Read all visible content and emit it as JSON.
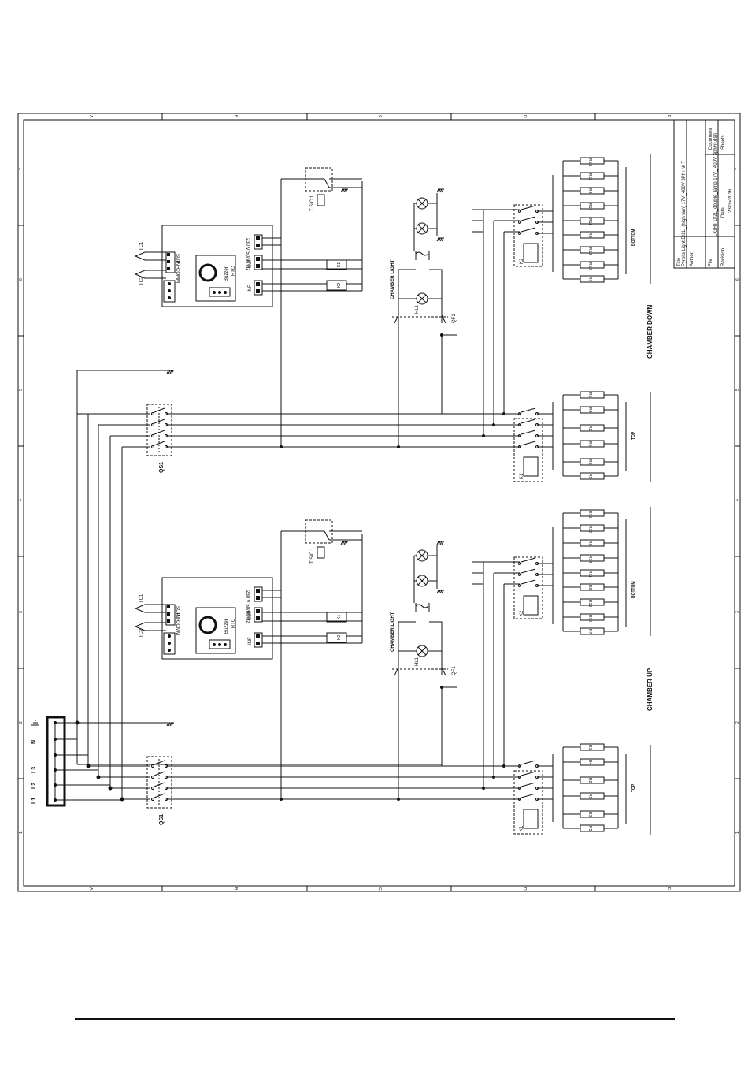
{
  "diagram": {
    "border_ticks_bottom": [
      "A",
      "B",
      "C",
      "D",
      "E"
    ],
    "border_ticks_side": [
      "1",
      "2",
      "3",
      "4",
      "5",
      "6",
      "7"
    ],
    "title_block": {
      "title_label": "Title",
      "title_value": "Pyrolis Light D/2L_(high lam) 17V_400V 3Ph+N+T",
      "author_label": "Author",
      "file_label": "File",
      "file_value": "LIGHT D/2L_double_lamp 17V_ 400V 3ph+n.dsn",
      "revision_label": "Revision",
      "date_label": "Date",
      "date_value": "23/05/2016",
      "document_label": "Document",
      "sheets_label": "Sheets"
    },
    "sections": [
      {
        "chamber_label": "CHAMBER DOWN",
        "switch_label": "QS1",
        "light_label": "CHAMBER LIGHT",
        "lamp_label": "HL1",
        "breaker_label": "QF1",
        "thermostat_label": "T SIC 1",
        "controller": {
          "supply_label": "230 V 50/60 Hz",
          "sup_label": "SUP",
          "inf_label": "INF",
          "rtc_label": "RTC",
          "buzzer_label": "Buzzer",
          "terminals": [
            "SUP",
            "INF",
            "COMM"
          ],
          "tc1": "TC1",
          "tc2": "TC2",
          "coil1": "K1",
          "coil2": "K2"
        },
        "top_group": {
          "label": "TOP",
          "contactor": "K1",
          "resistors": [
            "R5",
            "R3",
            "R5",
            "R2",
            "R4",
            "R1"
          ]
        },
        "bottom_group": {
          "label": "BOTTOM",
          "contactor": "K2",
          "resistors": [
            "R15",
            "R12",
            "R9",
            "R14",
            "R11",
            "R8",
            "R13",
            "R10",
            "R7"
          ]
        }
      },
      {
        "chamber_label": "CHAMBER UP",
        "switch_label": "QS1",
        "light_label": "CHAMBER LIGHT",
        "lamp_label": "HL1",
        "breaker_label": "QF1",
        "thermostat_label": "T SIC 1",
        "controller": {
          "supply_label": "230 V 50/60 Hz",
          "sup_label": "SUP",
          "inf_label": "INF",
          "rtc_label": "RTC",
          "buzzer_label": "Buzzer",
          "terminals": [
            "SUP",
            "INF",
            "COMM"
          ],
          "tc1": "TC1",
          "tc2": "TC2",
          "coil1": "K1",
          "coil2": "K2"
        },
        "top_group": {
          "label": "TOP",
          "contactor": "K1",
          "resistors": [
            "R5",
            "R3",
            "R5",
            "R2",
            "R4",
            "R1"
          ]
        },
        "bottom_group": {
          "label": "BOTTOM",
          "contactor": "K2",
          "resistors": [
            "R15",
            "R12",
            "R9",
            "R14",
            "R11",
            "R8",
            "R13",
            "R10",
            "R7"
          ]
        }
      }
    ],
    "supply_terminals": [
      "L1",
      "L2",
      "L3",
      "N",
      ""
    ]
  }
}
